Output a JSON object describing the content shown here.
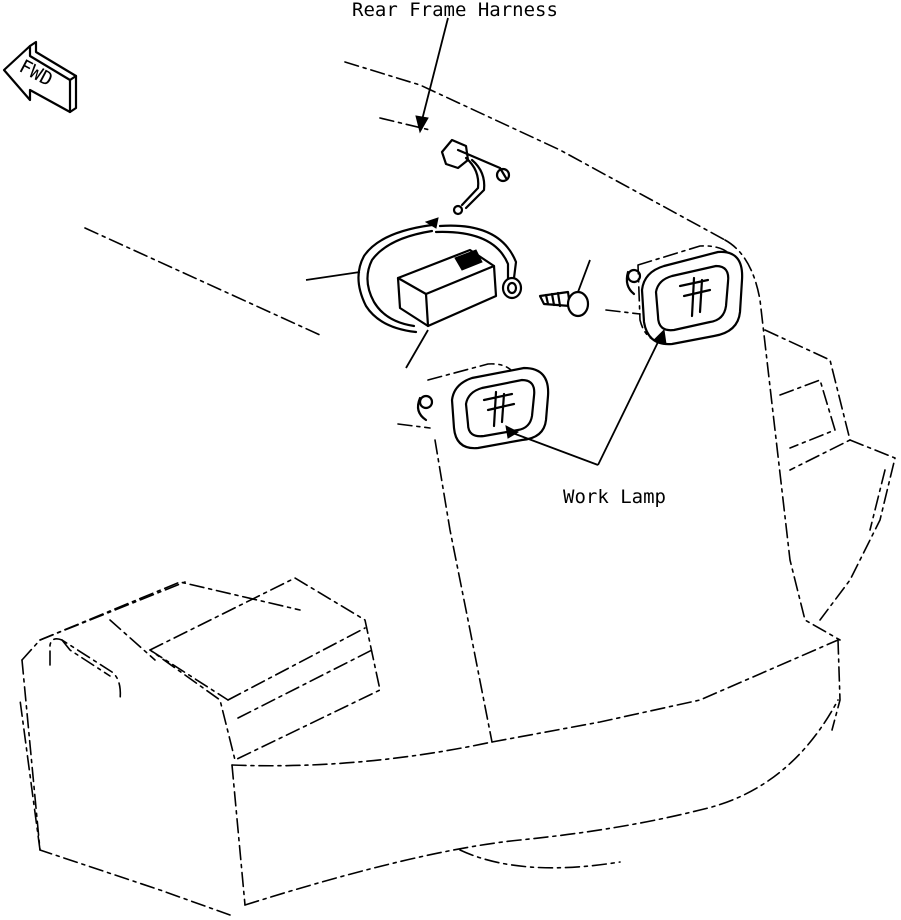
{
  "labels": {
    "rear_frame_harness": "Rear Frame Harness",
    "work_lamp": "Work Lamp",
    "fwd": "FWD"
  },
  "icons": {
    "fwd_arrow": "fwd-arrow-icon"
  },
  "colors": {
    "line": "#000000",
    "background": "#ffffff"
  }
}
